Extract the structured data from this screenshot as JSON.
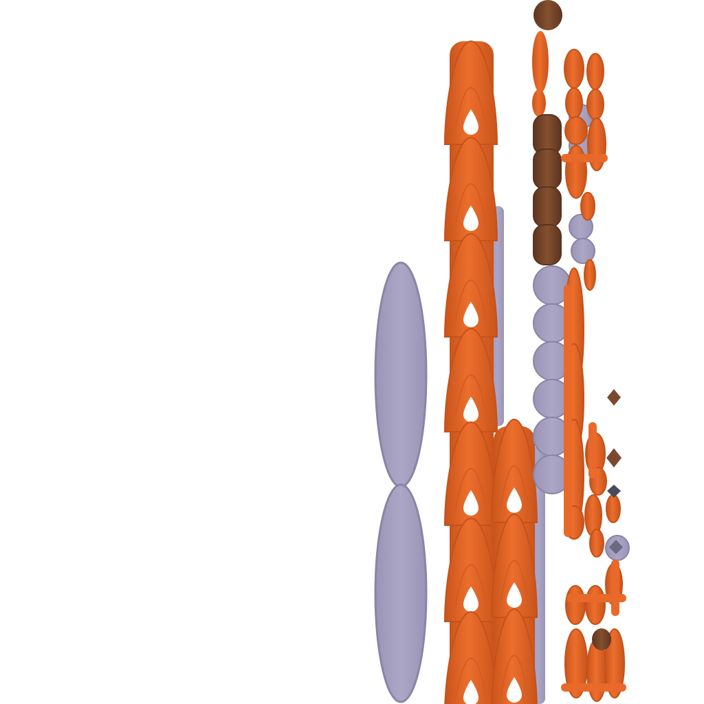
{
  "scene": {
    "background": "#ffffff",
    "palette": {
      "orange": "#e8692a",
      "orange_dark": "#b84e18",
      "lavender": "#aaa4c4",
      "lavender_dark": "#8a84a6",
      "brown": "#7a4a30",
      "brown_dark": "#5a321e",
      "slate": "#4a4a5c"
    },
    "elements": [
      "lavender-ellipse-pair",
      "orange-arch-column-left",
      "orange-arch-column-right",
      "lavender-thin-bar",
      "brown-bead-column",
      "lavender-bead-column",
      "orange-squiggle-column",
      "small-diamond-markers"
    ]
  }
}
